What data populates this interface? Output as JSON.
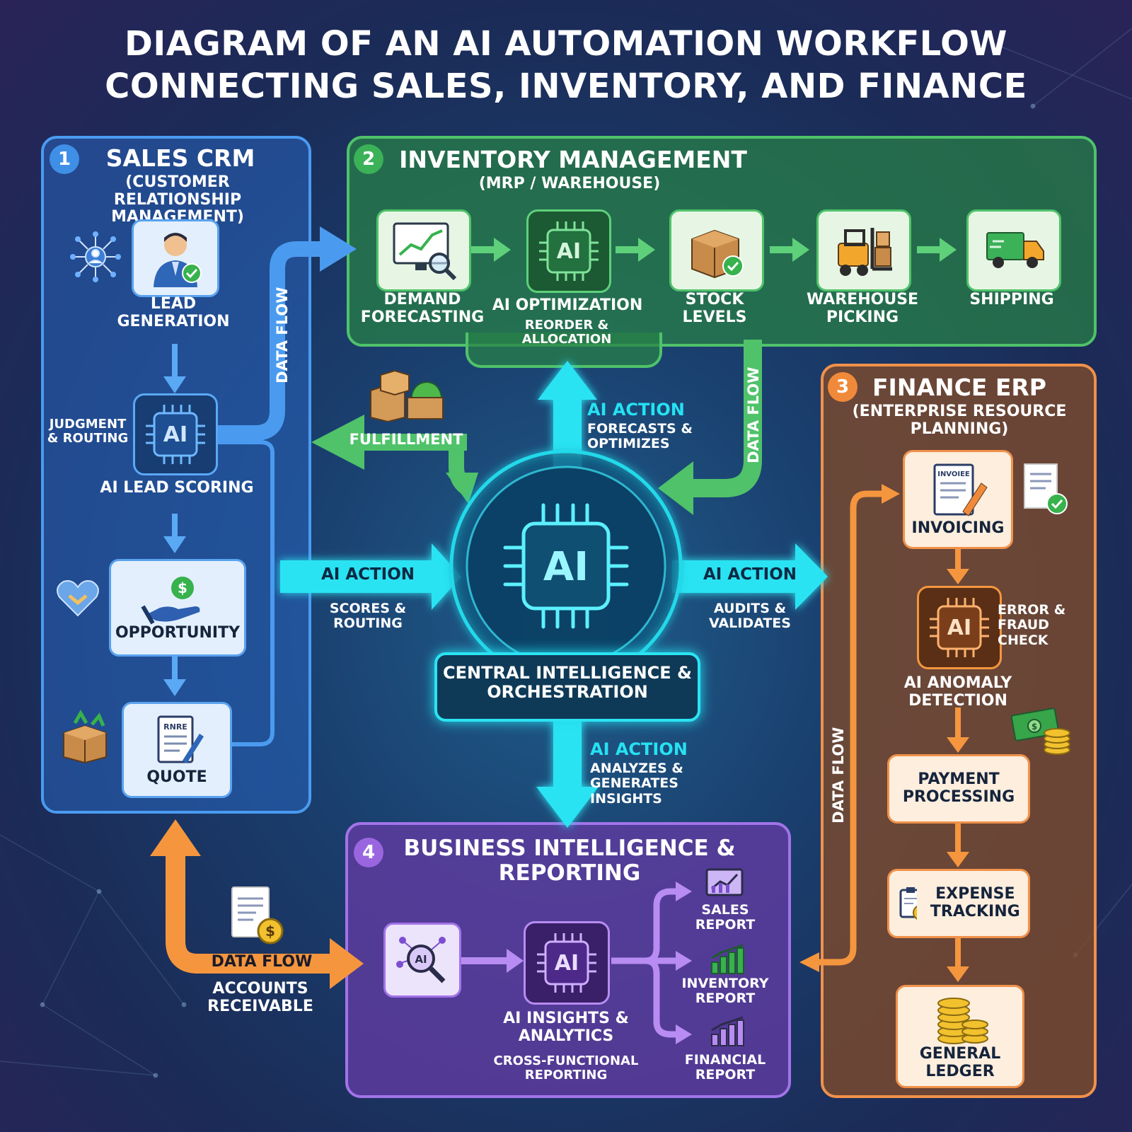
{
  "title": {
    "line1": "DIAGRAM OF AN AI AUTOMATION WORKFLOW",
    "line2": "CONNECTING SALES, INVENTORY, AND FINANCE"
  },
  "colors": {
    "sales": "#4a9bf0",
    "inventory": "#4fc26a",
    "finance": "#f0914a",
    "bi": "#a273e8",
    "ai_action": "#25e2f2"
  },
  "sales": {
    "number": "1",
    "title": "SALES CRM",
    "subtitle": "(CUSTOMER RELATIONSHIP MANAGEMENT)",
    "lead": "LEAD GENERATION",
    "judgment": "JUDGMENT & ROUTING",
    "ai_chip": "AI",
    "scoring": "AI LEAD SCORING",
    "opportunity": "OPPORTUNITY",
    "quote": "QUOTE",
    "quote_doc": "RNRE",
    "data_flow": "DATA FLOW"
  },
  "inventory": {
    "number": "2",
    "title": "INVENTORY MANAGEMENT",
    "subtitle": "(MRP / WAREHOUSE)",
    "demand": "DEMAND FORECASTING",
    "ai_chip": "AI",
    "ai_opt": "AI OPTIMIZATION",
    "ai_opt_sub": "REORDER & ALLOCATION",
    "stock": "STOCK LEVELS",
    "picking": "WAREHOUSE PICKING",
    "shipping": "SHIPPING",
    "data_flow": "DATA FLOW"
  },
  "finance": {
    "number": "3",
    "title": "FINANCE ERP",
    "subtitle": "(ENTERPRISE RESOURCE PLANNING)",
    "invoice_doc": "INVOIEE",
    "invoicing": "INVOICING",
    "ai_chip": "AI",
    "error_check": "ERROR & FRAUD CHECK",
    "anomaly": "AI ANOMALY DETECTION",
    "payment": "PAYMENT PROCESSING",
    "expense": "EXPENSE TRACKING",
    "ledger": "GENERAL LEDGER",
    "data_flow": "DATA FLOW"
  },
  "bi": {
    "number": "4",
    "title": "BUSINESS INTELLIGENCE & REPORTING",
    "small_chip": "AI",
    "ai_chip": "AI",
    "insights": "AI INSIGHTS & ANALYTICS",
    "insights_sub": "CROSS-FUNCTIONAL REPORTING",
    "sales_report": "SALES REPORT",
    "inventory_report": "INVENTORY REPORT",
    "financial_report": "FINANCIAL REPORT"
  },
  "central": {
    "chip": "AI",
    "label": "CENTRAL INTELLIGENCE & ORCHESTRATION",
    "action_left": "AI ACTION",
    "action_left_sub": "SCORES & ROUTING",
    "action_right": "AI ACTION",
    "action_right_sub": "AUDITS & VALIDATES",
    "action_top": "AI ACTION",
    "action_top_sub": "FORECASTS & OPTIMIZES",
    "action_bottom": "AI ACTION",
    "action_bottom_sub": "ANALYZES & GENERATES INSIGHTS"
  },
  "flows": {
    "fulfillment": "FULFILLMENT",
    "ar_flow": "DATA FLOW",
    "ar_label": "ACCOUNTS RECEIVABLE"
  }
}
